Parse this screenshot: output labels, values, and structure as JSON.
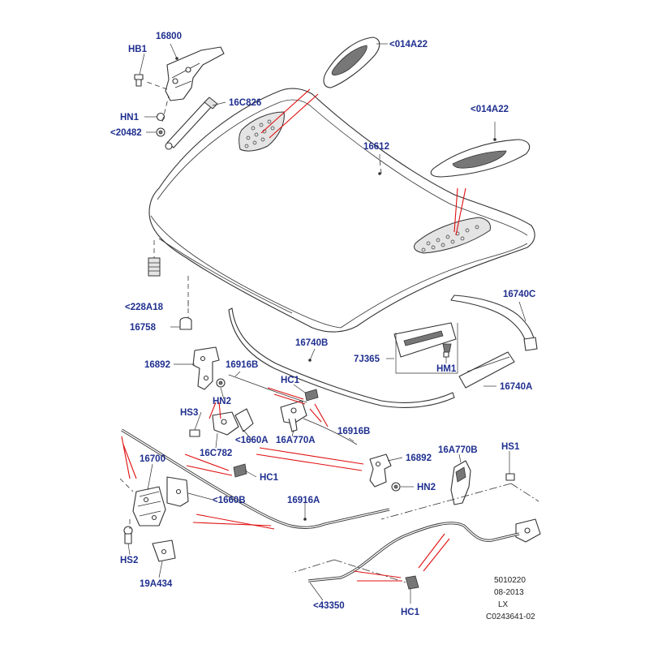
{
  "labels": {
    "hb1": "HB1",
    "p16800": "16800",
    "p014a22_top": "<014A22",
    "hn1": "HN1",
    "p16c826": "16C826",
    "p20482": "<20482",
    "p014a22_mid": "<014A22",
    "p16612": "16612",
    "p228a18": "<228A18",
    "p16740c": "16740C",
    "p16758": "16758",
    "p16740b": "16740B",
    "p7j365": "7J365",
    "hm1": "HM1",
    "p16892_left": "16892",
    "p16916b_top": "16916B",
    "hc1_top": "HC1",
    "p16740a": "16740A",
    "hn2_left": "HN2",
    "hs3": "HS3",
    "p16916b_mid": "16916B",
    "p1660a": "<1660A",
    "p16a770a": "16A770A",
    "p16c782": "16C782",
    "p16892_right": "16892",
    "p16a770b": "16A770B",
    "hs1": "HS1",
    "p16700": "16700",
    "hc1_mid": "HC1",
    "hn2_right": "HN2",
    "p1660b": "<1660B",
    "p16916a": "16916A",
    "hs2": "HS2",
    "p19a434": "19A434",
    "p43350": "<43350",
    "hc1_bottom": "HC1"
  },
  "footer": {
    "ref": "5010220",
    "date": "08-2013",
    "model": "LX",
    "code": "C0243641-02"
  }
}
